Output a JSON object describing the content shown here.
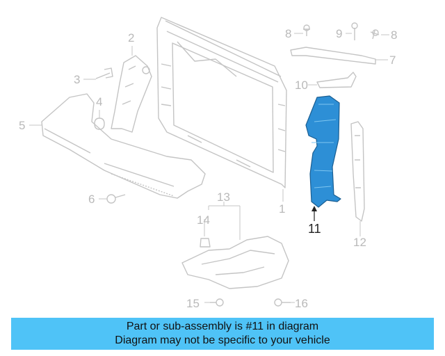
{
  "diagram": {
    "callouts": [
      "1",
      "2",
      "3",
      "4",
      "5",
      "6",
      "7",
      "8",
      "8",
      "9",
      "10",
      "11",
      "12",
      "13",
      "14",
      "15",
      "16"
    ],
    "highlight_color": "#2d8fd6",
    "line_color": "#c4c4c4"
  },
  "banner": {
    "line1": "Part or sub-assembly is #11 in diagram",
    "line2": "Diagram may not be specific to your vehicle",
    "background": "#4fc3f7"
  }
}
